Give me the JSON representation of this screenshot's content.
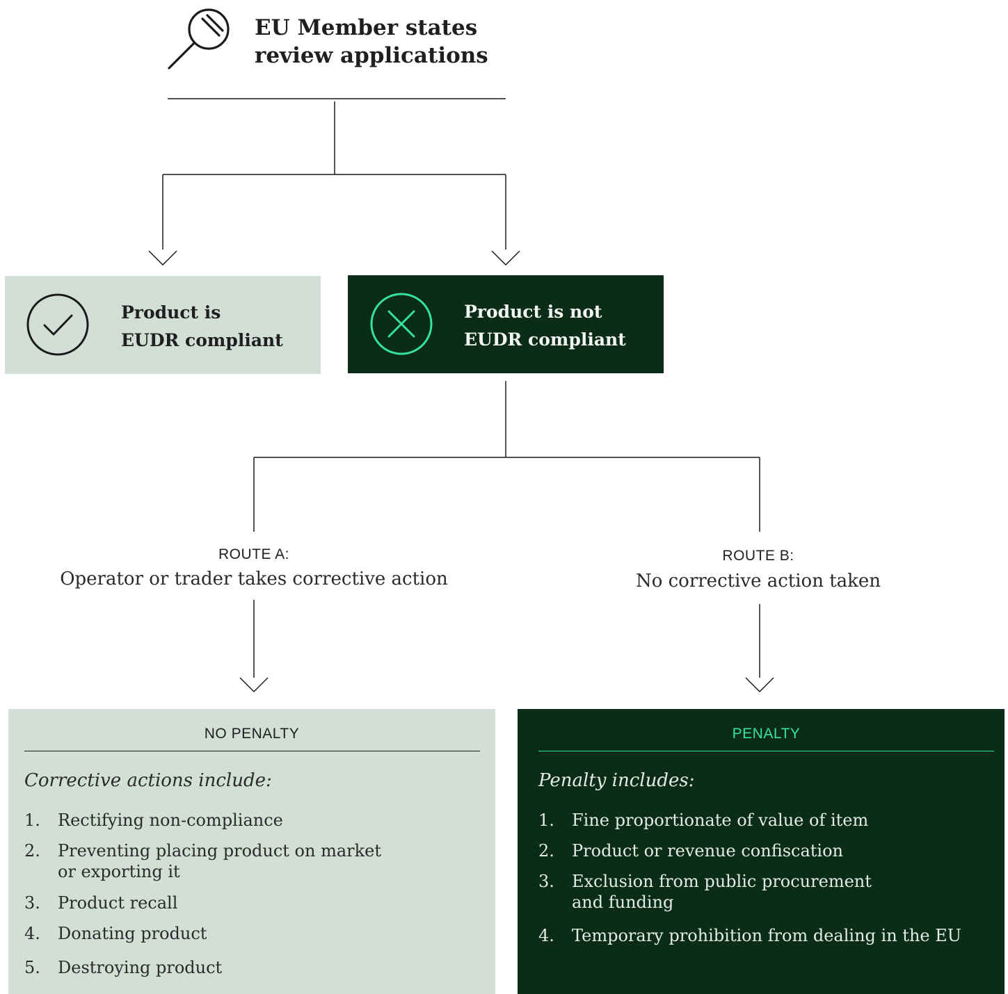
{
  "header": {
    "title_line1": "EU Member states",
    "title_line2": "review applications",
    "icon": "magnifier-icon"
  },
  "outcomes": {
    "compliant": {
      "line1": "Product is",
      "line2": "EUDR compliant",
      "icon": "check-circle-icon"
    },
    "not_compliant": {
      "line1": "Product is not",
      "line2": "EUDR compliant",
      "icon": "x-circle-icon"
    }
  },
  "routes": {
    "a": {
      "label": "ROUTE A:",
      "description": "Operator or trader takes corrective action"
    },
    "b": {
      "label": "ROUTE B:",
      "description": "No corrective action taken"
    }
  },
  "no_penalty": {
    "title": "NO PENALTY",
    "intro": "Corrective actions include:",
    "items": [
      {
        "num": "1.",
        "text": "Rectifying non-compliance"
      },
      {
        "num": "2.",
        "text": "Preventing placing product on market or exporting it"
      },
      {
        "num": "3.",
        "text": "Product recall"
      },
      {
        "num": "4.",
        "text": "Donating product"
      },
      {
        "num": "5.",
        "text": "Destroying product"
      }
    ]
  },
  "penalty": {
    "title": "PENALTY",
    "intro": "Penalty includes:",
    "items": [
      {
        "num": "1.",
        "text": "Fine proportionate of value of item"
      },
      {
        "num": "2.",
        "text": "Product or revenue confiscation"
      },
      {
        "num": "3.",
        "text": "Exclusion from public procurement and funding"
      },
      {
        "num": "4.",
        "text": "Temporary prohibition from dealing in the EU"
      }
    ]
  },
  "colors": {
    "light_box": "#d2dfd6",
    "dark_box": "#0b2c17",
    "accent_green": "#35e39b",
    "line": "#1a1a1a"
  }
}
